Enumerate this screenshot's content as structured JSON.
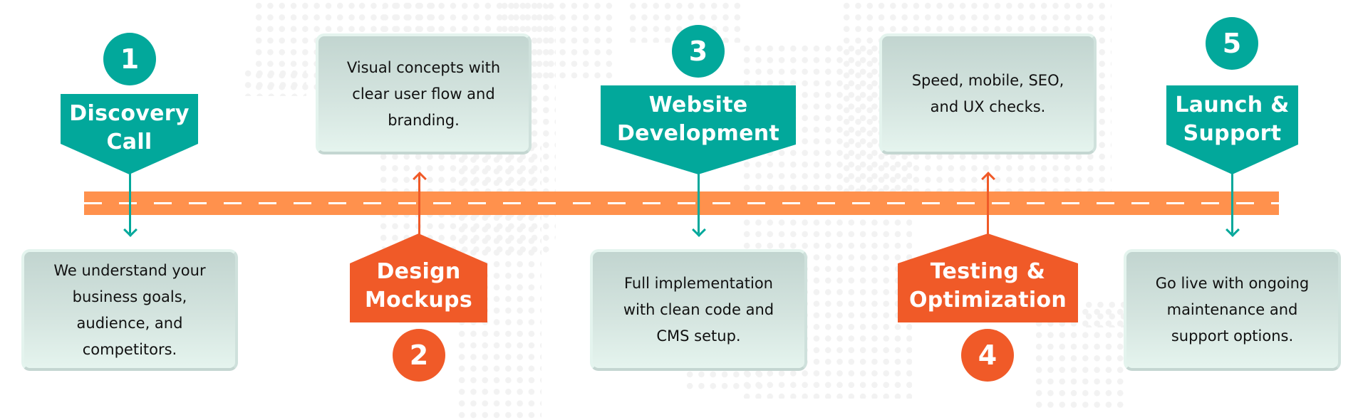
{
  "colors": {
    "teal": "#02a89b",
    "orange": "#f05a28",
    "road": "#ff914d",
    "road_lane": "#ffffff"
  },
  "steps": [
    {
      "number": "1",
      "title_line1": "Discovery",
      "title_line2": "Call",
      "description": "We understand your business goals, audience, and competitors.",
      "color": "teal",
      "position": "above"
    },
    {
      "number": "2",
      "title_line1": "Design",
      "title_line2": "Mockups",
      "description": "Visual concepts with clear user flow and branding.",
      "color": "orange",
      "position": "below"
    },
    {
      "number": "3",
      "title_line1": "Website",
      "title_line2": "Development",
      "description": "Full implementation with clean code and CMS setup.",
      "color": "teal",
      "position": "above"
    },
    {
      "number": "4",
      "title_line1": "Testing &",
      "title_line2": "Optimization",
      "description": "Speed, mobile, SEO, and UX checks.",
      "color": "orange",
      "position": "below"
    },
    {
      "number": "5",
      "title_line1": "Launch &",
      "title_line2": "Support",
      "description": "Go live with ongoing maintenance and support options.",
      "color": "teal",
      "position": "above"
    }
  ]
}
